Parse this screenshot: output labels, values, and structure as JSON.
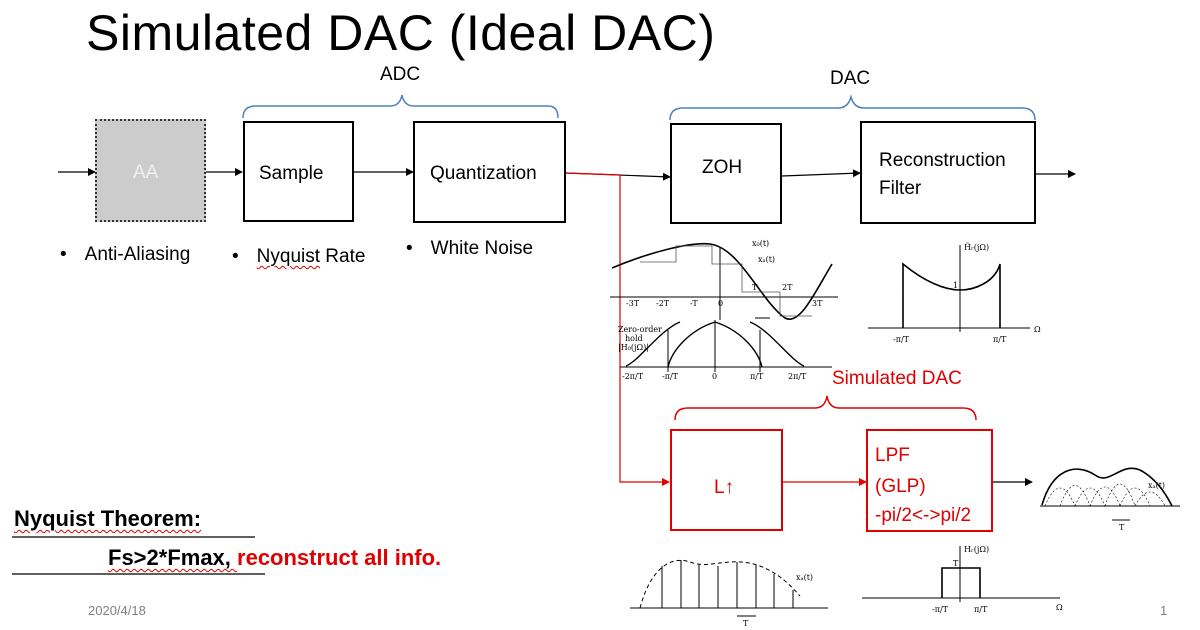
{
  "title": "Simulated DAC (Ideal DAC)",
  "groups": {
    "adc": "ADC",
    "dac": "DAC",
    "simulated_dac": "Simulated DAC"
  },
  "blocks": {
    "aa": "AA",
    "sample": "Sample",
    "quantization": "Quantization",
    "zoh": "ZOH",
    "reconstruction": [
      "Reconstruction",
      "Filter"
    ],
    "upsample": "L↑",
    "lpf": [
      "LPF",
      "(GLP)",
      "-pi/2<->pi/2"
    ]
  },
  "bullets": {
    "symbol": "•",
    "anti_aliasing": "Anti-Aliasing",
    "nyquist_rate_word": "Nyquist",
    "nyquist_rate_rest": " Rate",
    "white_noise": "White Noise"
  },
  "theorem": {
    "heading": "Nyquist Theorem:",
    "line_prefix": "Fs>2*Fmax, ",
    "line_highlight": "reconstruct all info."
  },
  "footer": {
    "date": "2020/4/18",
    "page": "1"
  },
  "colors": {
    "red": "#e00000",
    "blue_brace": "#4f81bd",
    "aa_fill": "#cccccc"
  },
  "sketch_labels": {
    "zoh_plot": {
      "xticks": [
        "-3T",
        "-2T",
        "-T",
        "0",
        "T",
        "2T",
        "3T"
      ],
      "curve_a": "x₀(t)",
      "curve_b": "xₐ(t)",
      "resp_label": [
        "Zero-order",
        "hold",
        "|H₀(jΩ)|"
      ],
      "resp_ticks": [
        "-2π/T",
        "-π/T",
        "0",
        "π/T",
        "2π/T"
      ]
    },
    "recon_plot": {
      "label": "H̃ᵣ(jΩ)",
      "one": "1",
      "ticks": [
        "-π/T",
        "π/T"
      ],
      "axis": "Ω"
    },
    "output_plot": {
      "label": "xₐ(t)",
      "period": "T"
    },
    "impulse_plot": {
      "label": "xₐ(t)",
      "period": "T"
    },
    "lpf_plot": {
      "label": "Hᵣ(jΩ)",
      "gain": "T",
      "ticks": [
        "-π/T",
        "π/T"
      ],
      "axis": "Ω"
    }
  }
}
